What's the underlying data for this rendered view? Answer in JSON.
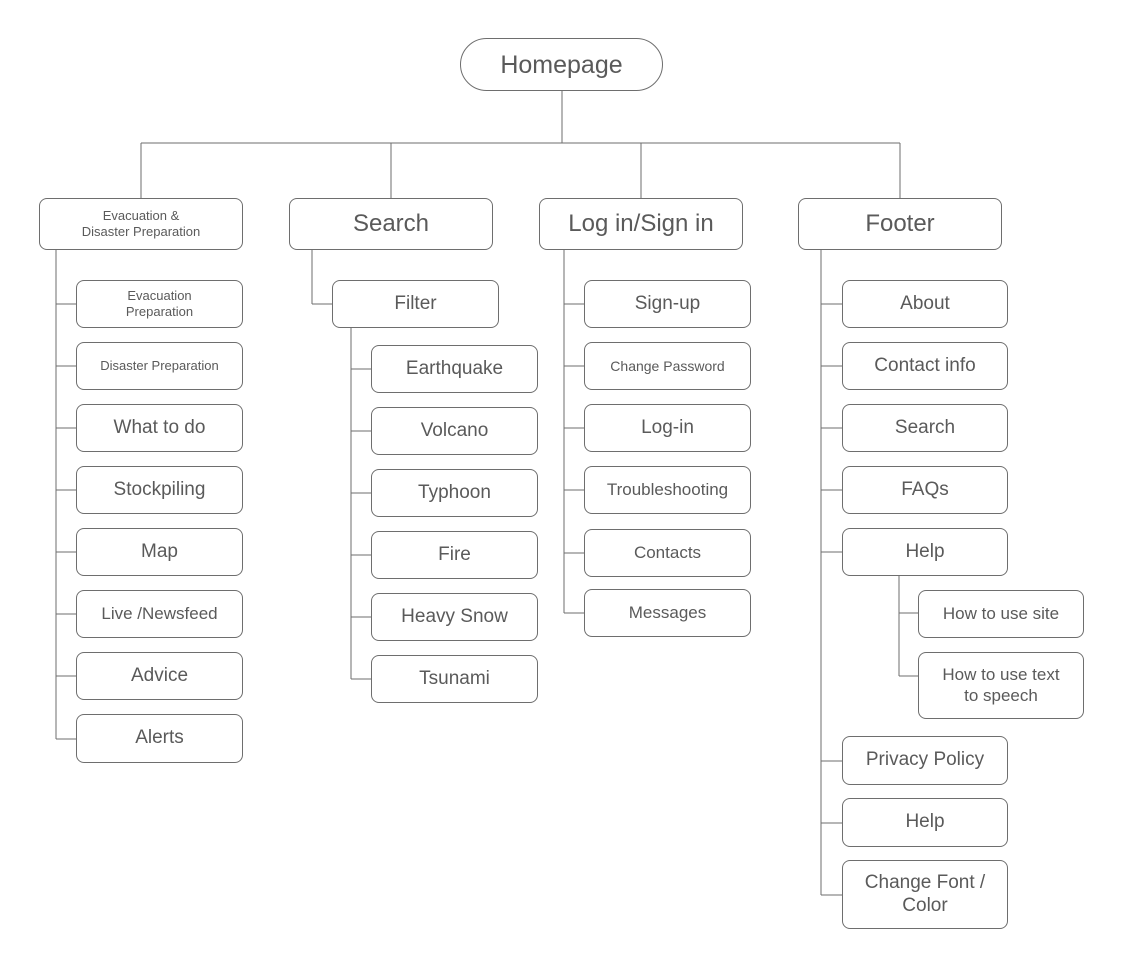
{
  "root": {
    "label": "Homepage"
  },
  "evac": {
    "label": "Evacuation &\nDisaster Preparation",
    "items": [
      "Evacuation\nPreparation",
      "Disaster Preparation",
      "What to do",
      "Stockpiling",
      "Map",
      "Live /Newsfeed",
      "Advice",
      "Alerts"
    ]
  },
  "search": {
    "label": "Search",
    "filter": {
      "label": "Filter",
      "items": [
        "Earthquake",
        "Volcano",
        "Typhoon",
        "Fire",
        "Heavy Snow",
        "Tsunami"
      ]
    }
  },
  "login": {
    "label": "Log in/Sign in",
    "items": [
      "Sign-up",
      "Change Password",
      "Log-in",
      "Troubleshooting",
      "Contacts",
      "Messages"
    ]
  },
  "footer": {
    "label": "Footer",
    "items": [
      "About",
      "Contact info",
      "Search",
      "FAQs",
      "Help",
      "Privacy Policy",
      "Help",
      "Change Font /\nColor"
    ],
    "help_children": [
      "How to use site",
      "How to use text\nto speech"
    ]
  }
}
